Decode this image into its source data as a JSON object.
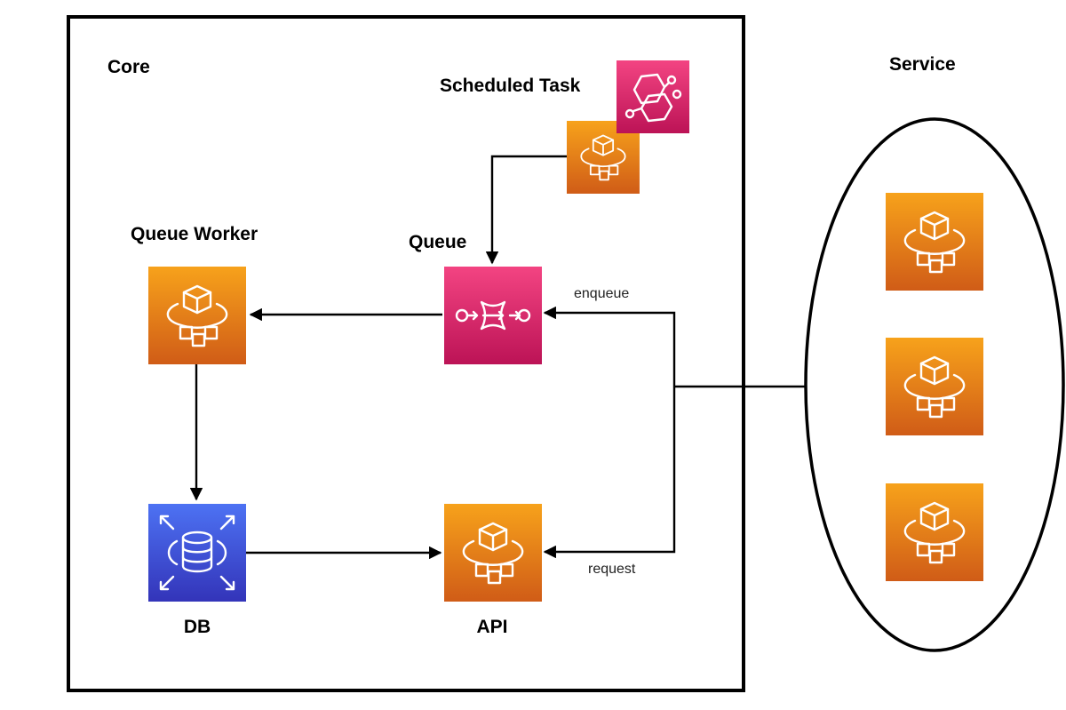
{
  "groups": {
    "core": "Core",
    "service": "Service"
  },
  "nodes": {
    "scheduled_task": "Scheduled Task",
    "queue_worker": "Queue Worker",
    "queue": "Queue",
    "db": "DB",
    "api": "API"
  },
  "edges": {
    "enqueue": "enqueue",
    "request": "request"
  },
  "icons": {
    "compute": "compute-cube-icon",
    "queue": "queue-icon",
    "scheduler": "scheduler-icon",
    "database": "database-icon"
  },
  "colors": {
    "compute_top": "#f7a21b",
    "compute_bottom": "#d05c17",
    "queue_top": "#f34482",
    "queue_bottom": "#bc1356",
    "database_top": "#4d72f3",
    "database_bottom": "#3334b9"
  }
}
